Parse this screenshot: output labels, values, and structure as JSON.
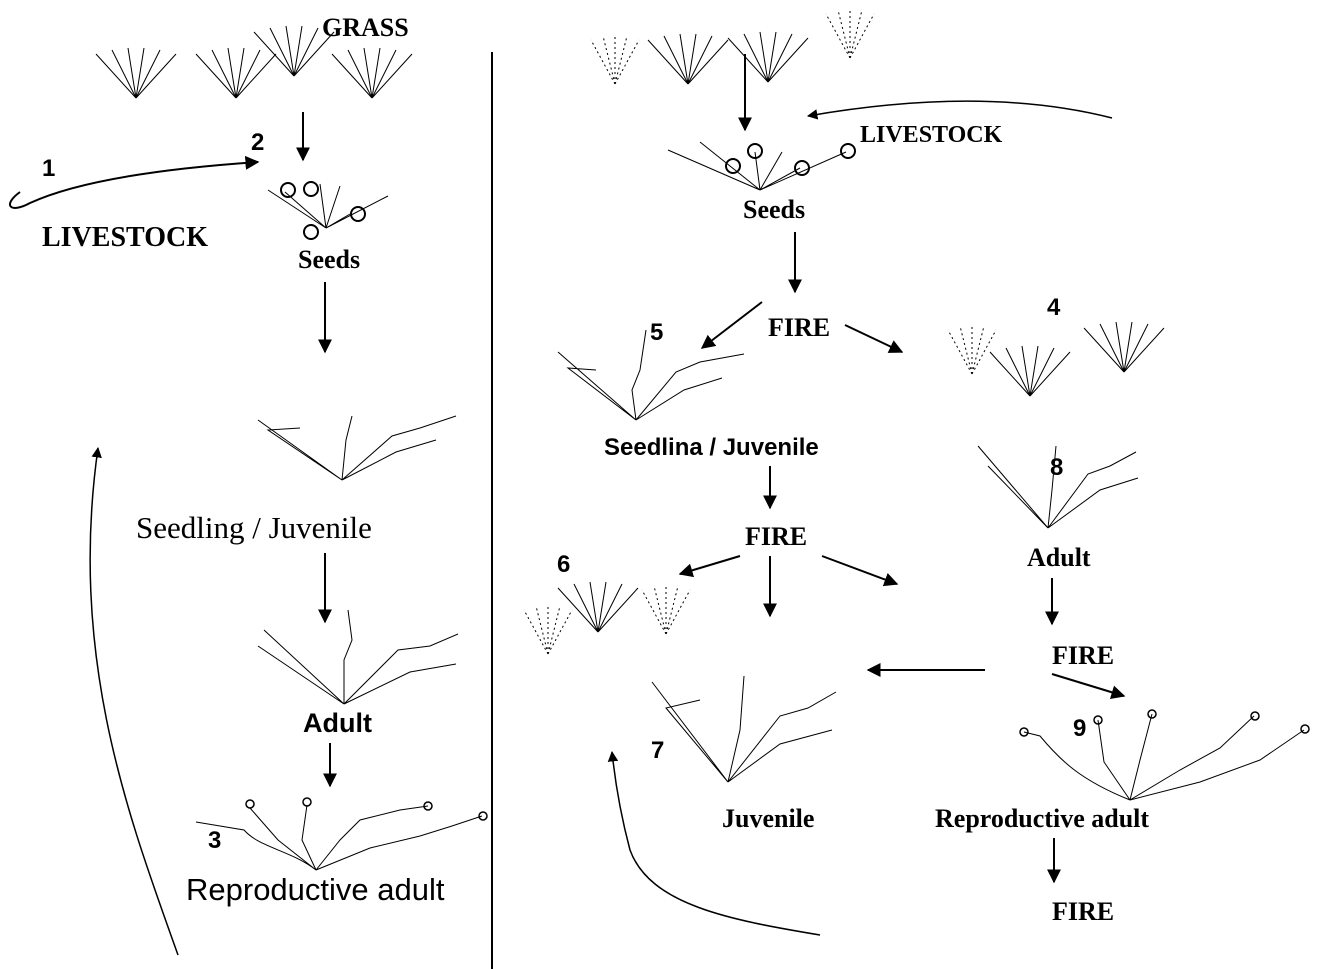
{
  "left": {
    "grass_title": "GRASS",
    "livestock": "LIVESTOCK",
    "seeds": "Seeds",
    "seedling": "Seedling / Juvenile",
    "adult": "Adult",
    "reproductive": "Reproductive adult",
    "num1": "1",
    "num2": "2",
    "num3": "3"
  },
  "right": {
    "livestock": "LIVESTOCK",
    "seeds": "Seeds",
    "fire1": "FIRE",
    "fire2": "FIRE",
    "fire3": "FIRE",
    "fire4": "FIRE",
    "seedling": "Seedlina / Juvenile",
    "adult": "Adult",
    "juvenile": "Juvenile",
    "reproductive": "Reproductive adult",
    "num4": "4",
    "num5": "5",
    "num6": "6",
    "num7": "7",
    "num8": "8",
    "num9": "9"
  }
}
